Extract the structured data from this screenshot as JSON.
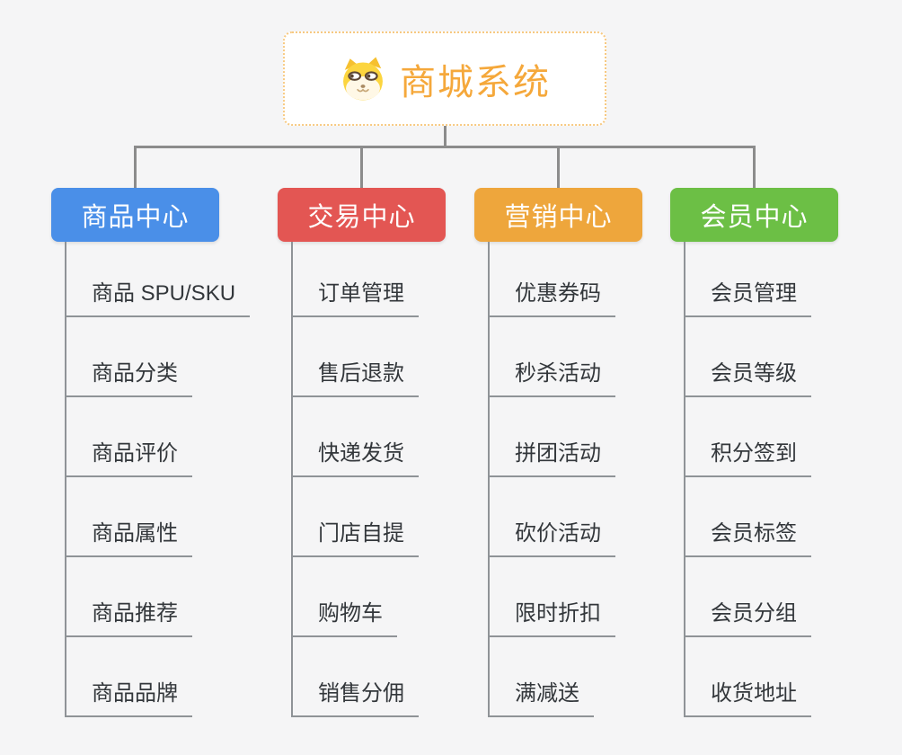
{
  "root": {
    "title": "商城系统",
    "icon": "dog-face-icon"
  },
  "colors": {
    "root_accent": "#f5a83b",
    "root_border": "#f7c981",
    "connector": "#8c8c8c",
    "leaf_line": "#8f9397",
    "background": "#f5f5f6"
  },
  "branches": [
    {
      "label": "商品中心",
      "color": "#4a8fe8",
      "items": [
        "商品 SPU/SKU",
        "商品分类",
        "商品评价",
        "商品属性",
        "商品推荐",
        "商品品牌"
      ]
    },
    {
      "label": "交易中心",
      "color": "#e35653",
      "items": [
        "订单管理",
        "售后退款",
        "快递发货",
        "门店自提",
        "购物车",
        "销售分佣"
      ]
    },
    {
      "label": "营销中心",
      "color": "#eea63c",
      "items": [
        "优惠券码",
        "秒杀活动",
        "拼团活动",
        "砍价活动",
        "限时折扣",
        "满减送"
      ]
    },
    {
      "label": "会员中心",
      "color": "#6cbf45",
      "items": [
        "会员管理",
        "会员等级",
        "积分签到",
        "会员标签",
        "会员分组",
        "收货地址"
      ]
    }
  ]
}
